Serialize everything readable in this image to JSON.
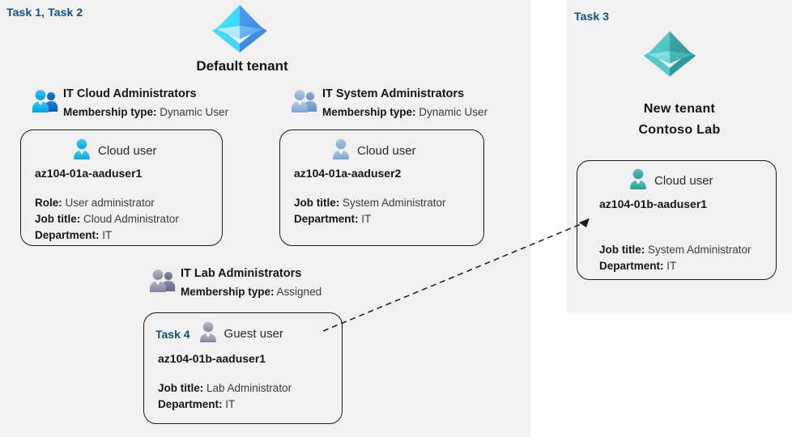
{
  "panels": {
    "left": {
      "task_label": "Task 1, Task 2"
    },
    "right": {
      "task_label": "Task 3"
    }
  },
  "tenants": [
    {
      "icon": "azure-ad-tenant-icon",
      "title": "Default tenant",
      "color": "#3fbdf2"
    },
    {
      "icon": "azure-ad-tenant-icon",
      "title_line1": "New  tenant",
      "title_line2": "Contoso Lab",
      "color": "#45b8b8"
    }
  ],
  "groups": [
    {
      "name": "IT Cloud Administrators",
      "membership_key": "Membership type:",
      "membership_value": "Dynamic User",
      "icon": "group-users-icon",
      "icon_color": "#17a9e8"
    },
    {
      "name": "IT System Administrators",
      "membership_key": "Membership type:",
      "membership_value": "Dynamic User",
      "icon": "group-users-icon",
      "icon_color": "#8fb0d8"
    },
    {
      "name": "IT Lab Administrators",
      "membership_key": "Membership type:",
      "membership_value": "Assigned",
      "icon": "group-users-icon",
      "icon_color": "#8b8ba5"
    }
  ],
  "cards": [
    {
      "task": "",
      "user_type": "Cloud user",
      "user_icon": "cloud-user-icon",
      "icon_color": "#29b6e8",
      "upn": "az104-01a-aaduser1",
      "props": [
        {
          "key": "Role:",
          "value": "User administrator"
        },
        {
          "key": "Job title:",
          "value": "Cloud Administrator"
        },
        {
          "key": "Department:",
          "value": "IT"
        }
      ]
    },
    {
      "task": "",
      "user_type": "Cloud user",
      "user_icon": "cloud-user-icon",
      "icon_color": "#8fb0d8",
      "upn": "az104-01a-aaduser2",
      "props": [
        {
          "key": "Job title:",
          "value": "System Administrator"
        },
        {
          "key": "Department:",
          "value": "IT"
        }
      ]
    },
    {
      "task": "Task 4",
      "user_type": "Guest user",
      "user_icon": "guest-user-icon",
      "icon_color": "#9a9ab0",
      "upn": "az104-01b-aaduser1",
      "props": [
        {
          "key": "Job title:",
          "value": "Lab Administrator"
        },
        {
          "key": "Department:",
          "value": "IT"
        }
      ]
    },
    {
      "task": "",
      "user_type": "Cloud user",
      "user_icon": "cloud-user-icon",
      "icon_color": "#35a8a8",
      "upn": "az104-01b-aaduser1",
      "props": [
        {
          "key": "Job title:",
          "value": "System Administrator"
        },
        {
          "key": "Department:",
          "value": "IT"
        }
      ]
    }
  ],
  "connector": {
    "style": "dashed-arrow",
    "from": "guest-user-card",
    "to": "new-tenant-cloud-user-card"
  }
}
